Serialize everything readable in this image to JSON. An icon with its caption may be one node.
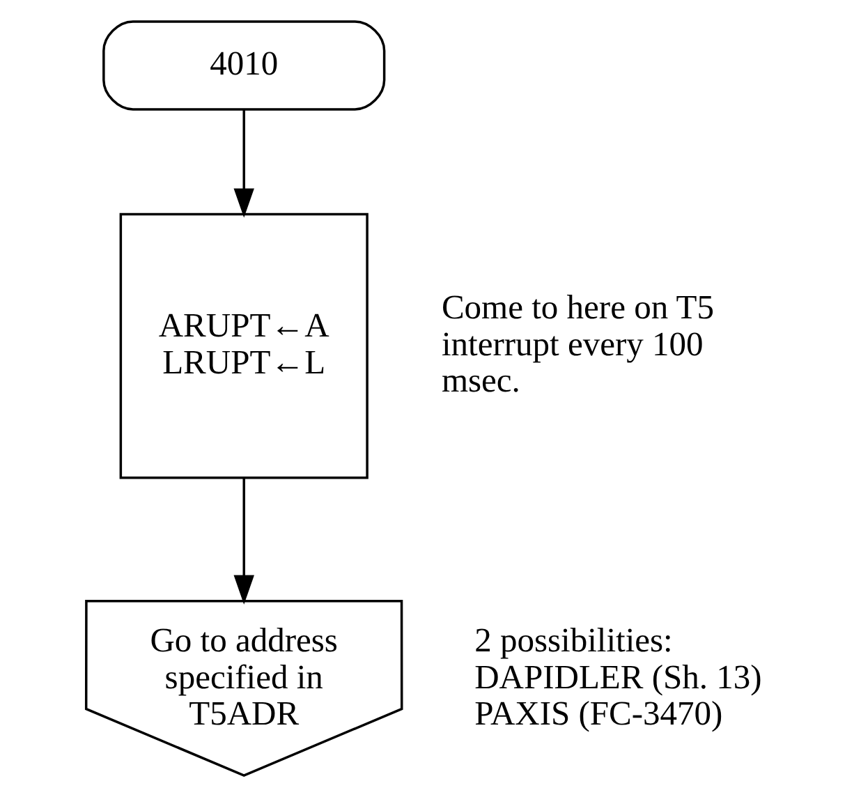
{
  "diagram": {
    "nodes": [
      {
        "text": [
          "4010"
        ]
      },
      {
        "text": [
          "ARUPT←A",
          "LRUPT←L"
        ],
        "beside": [
          "Come to here on T5 interrupt every 100 msec."
        ]
      },
      {
        "text": [
          "Go to address specified in T5ADR"
        ],
        "beside": [
          "2 possibilities:",
          "DAPIDLER (Sh. 13)",
          "PAXIS (FC-3470)"
        ]
      }
    ],
    "edges": [
      {
        "from": 0,
        "to": 1,
        "arrow": "to"
      },
      {
        "from": 1,
        "to": 2,
        "arrow": "to"
      }
    ]
  }
}
